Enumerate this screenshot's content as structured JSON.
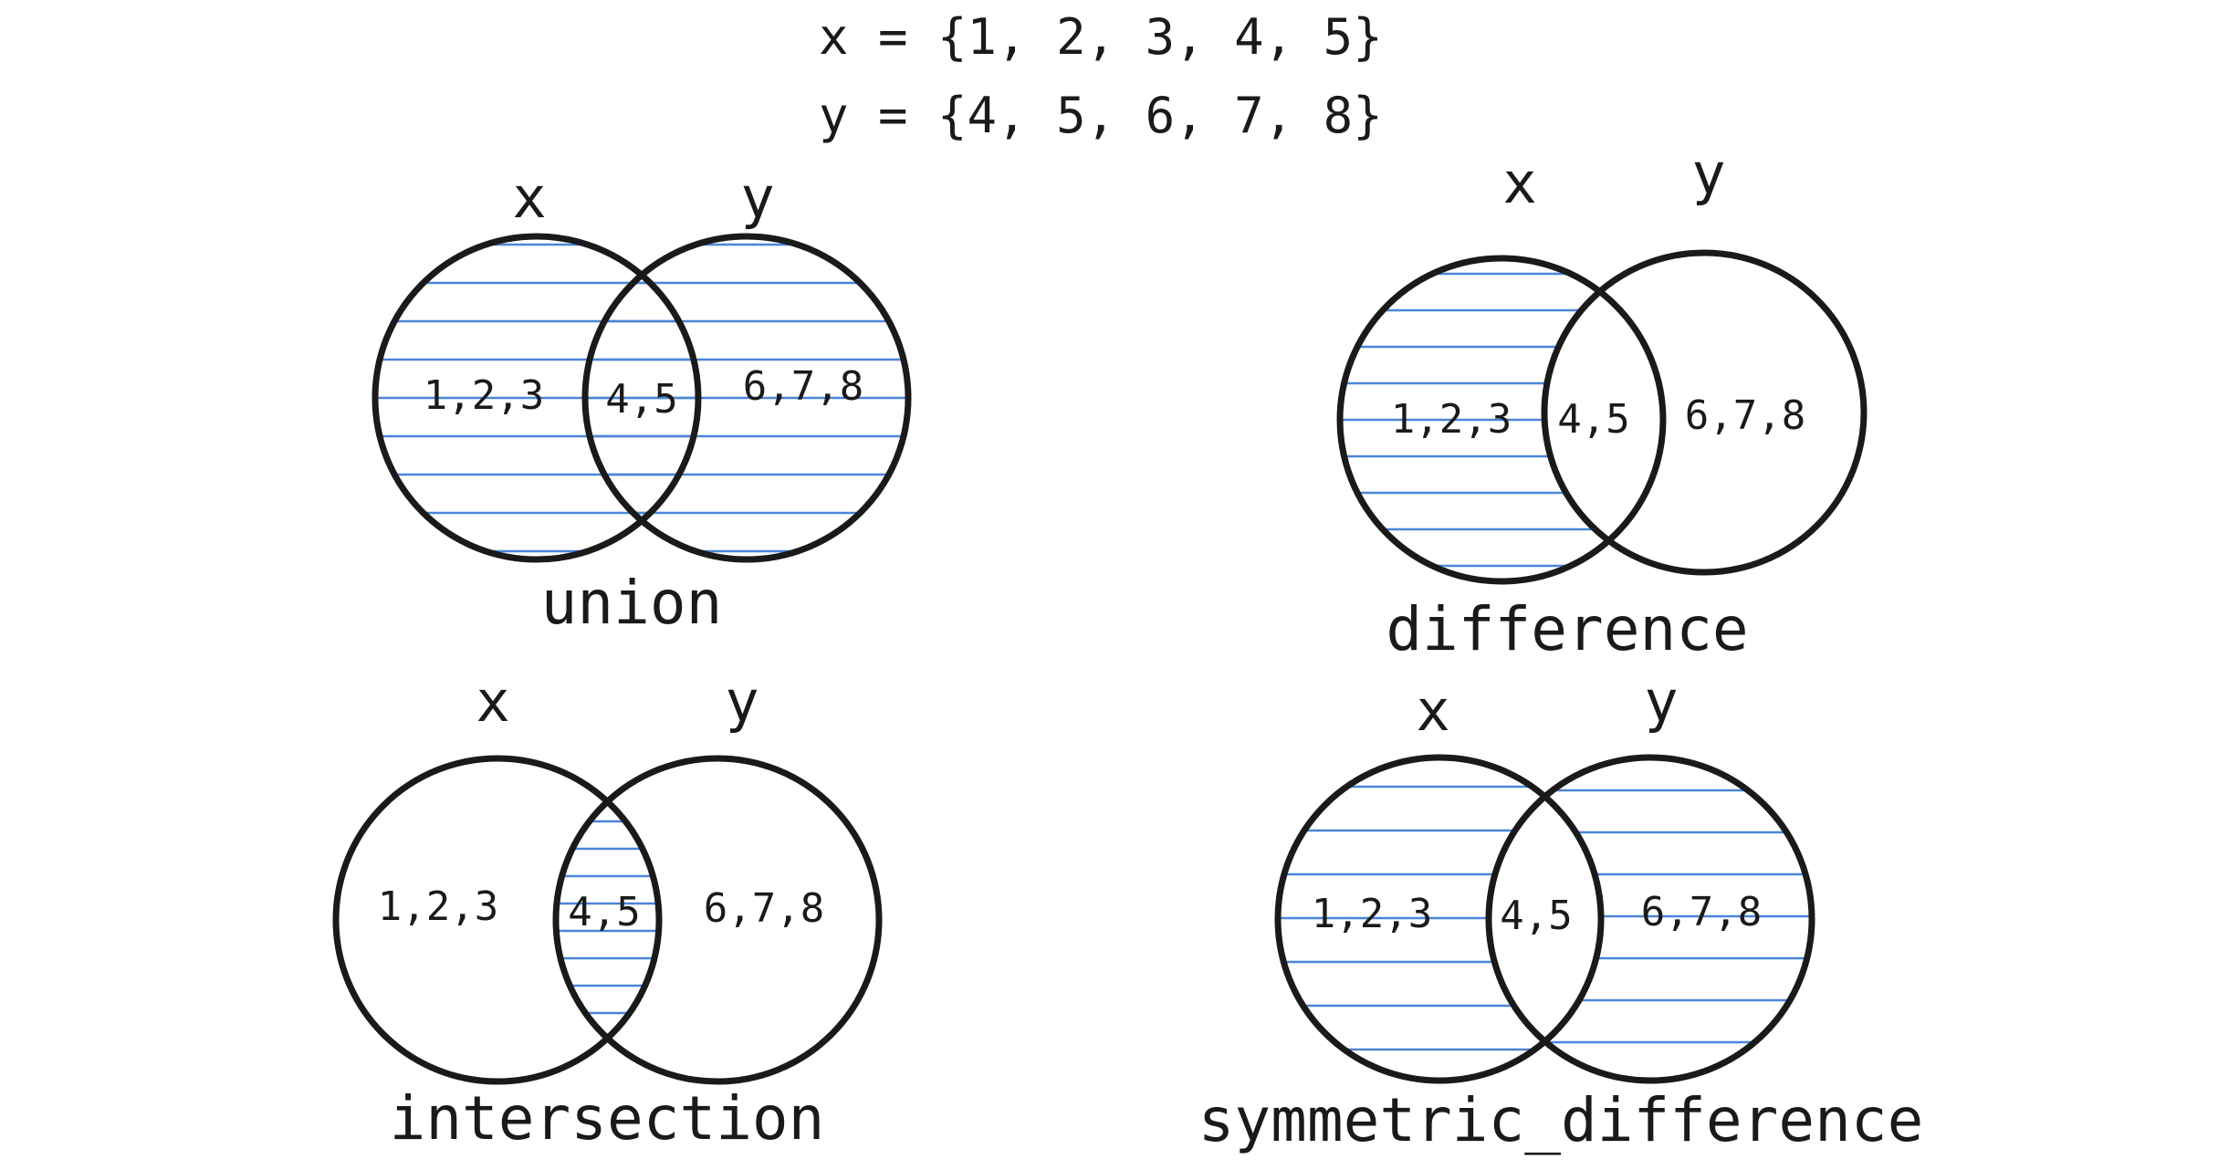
{
  "definitions": {
    "x": "x = {1, 2, 3, 4, 5}",
    "y": "y = {4, 5, 6, 7, 8}"
  },
  "diagrams": [
    {
      "id": "union",
      "caption": "union",
      "set_labels": [
        "x",
        "y"
      ],
      "regions": {
        "x_only": "1,2,3",
        "both": "4,5",
        "y_only": "6,7,8"
      },
      "shaded": [
        "x_only",
        "both",
        "y_only"
      ]
    },
    {
      "id": "difference",
      "caption": "difference",
      "set_labels": [
        "x",
        "y"
      ],
      "regions": {
        "x_only": "1,2,3",
        "both": "4,5",
        "y_only": "6,7,8"
      },
      "shaded": [
        "x_only"
      ]
    },
    {
      "id": "intersection",
      "caption": "intersection",
      "set_labels": [
        "x",
        "y"
      ],
      "regions": {
        "x_only": "1,2,3",
        "both": "4,5",
        "y_only": "6,7,8"
      },
      "shaded": [
        "both"
      ]
    },
    {
      "id": "symmetric_difference",
      "caption": "symmetric_difference",
      "set_labels": [
        "x",
        "y"
      ],
      "regions": {
        "x_only": "1,2,3",
        "both": "4,5",
        "y_only": "6,7,8"
      },
      "shaded": [
        "x_only",
        "y_only"
      ]
    }
  ],
  "colors": {
    "outline": "#1a1a1a",
    "hatch": "#4a86d8",
    "background": "#ffffff"
  }
}
